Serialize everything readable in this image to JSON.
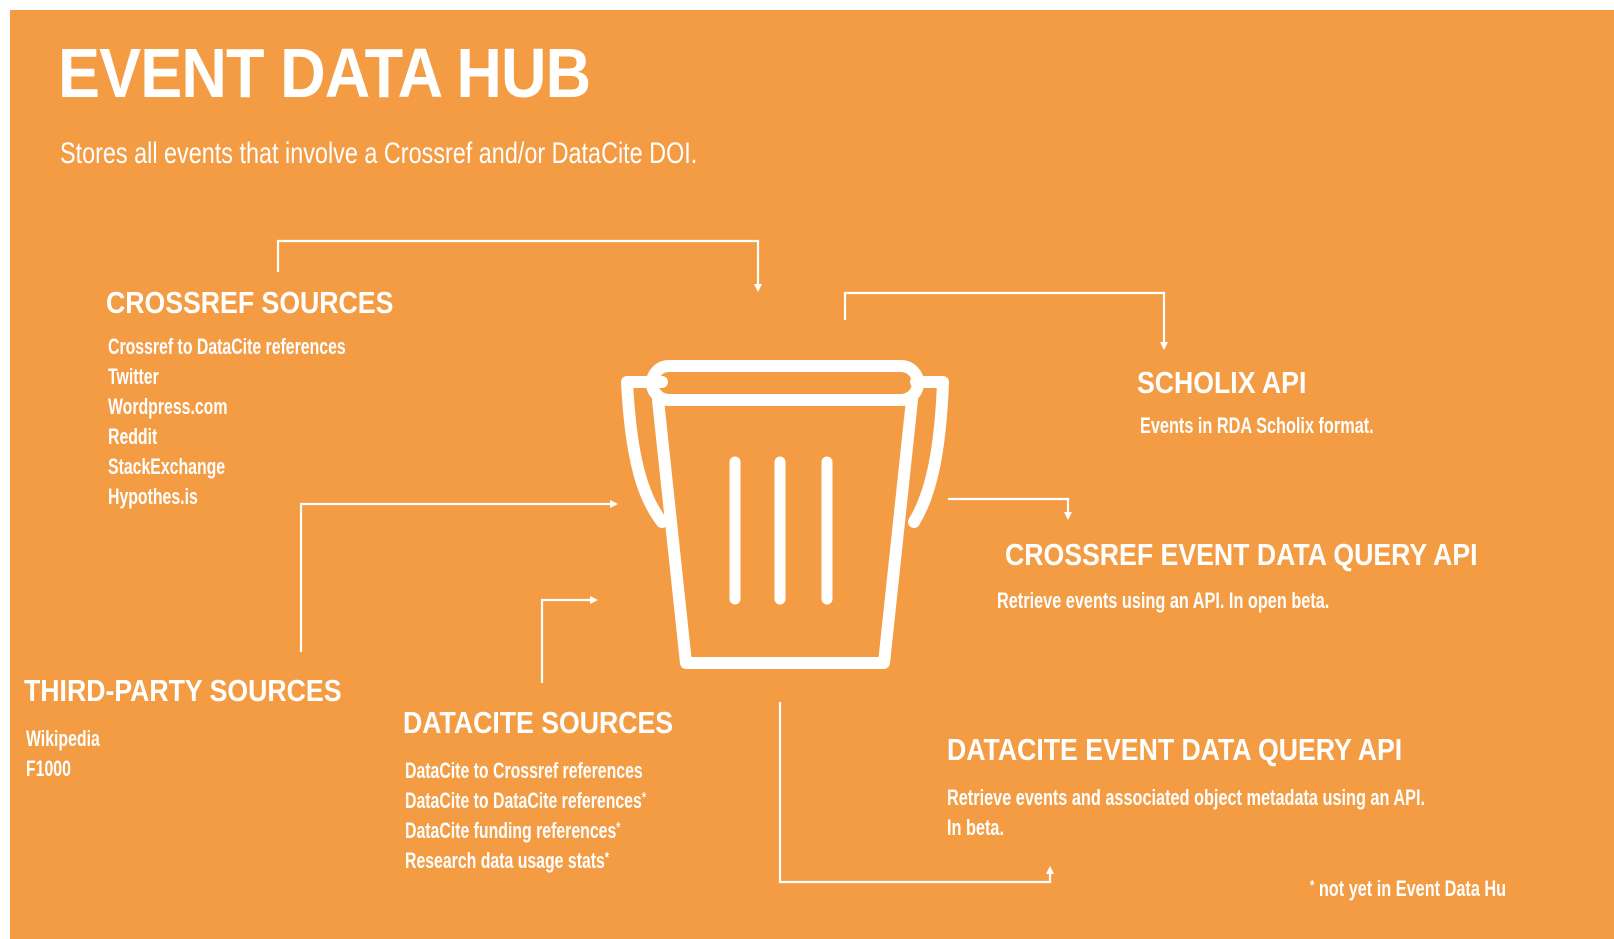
{
  "title": "EVENT DATA HUB",
  "subtitle": "Stores all events that involve a Crossref and/or DataCite DOI.",
  "crossref_sources": {
    "heading": "CROSSREF SOURCES",
    "items": [
      "Crossref to DataCite references",
      "Twitter",
      "Wordpress.com",
      "Reddit",
      "StackExchange",
      "Hypothes.is"
    ]
  },
  "third_party_sources": {
    "heading": "THIRD-PARTY SOURCES",
    "items": [
      "Wikipedia",
      "F1000"
    ]
  },
  "datacite_sources": {
    "heading": "DATACITE SOURCES",
    "items": [
      {
        "label": "DataCite to Crossref references",
        "mark": ""
      },
      {
        "label": "DataCite to DataCite references",
        "mark": "*"
      },
      {
        "label": "DataCite funding references",
        "mark": "*"
      },
      {
        "label": "Research data usage stats",
        "mark": "*"
      }
    ]
  },
  "scholix_api": {
    "heading": "SCHOLIX API",
    "description": "Events in RDA Scholix format."
  },
  "crossref_query_api": {
    "heading": "CROSSREF EVENT DATA QUERY API",
    "description": "Retrieve events using an API. In open beta."
  },
  "datacite_query_api": {
    "heading": "DATACITE EVENT DATA QUERY API",
    "description_line1": "Retrieve events and associated object metadata using an API.",
    "description_line2": "In beta."
  },
  "footnote": {
    "mark": "*",
    "text": "not yet in Event Data Hu"
  },
  "colors": {
    "background": "#f39c44",
    "foreground": "#ffffff"
  },
  "icons": [
    "bucket-icon"
  ]
}
